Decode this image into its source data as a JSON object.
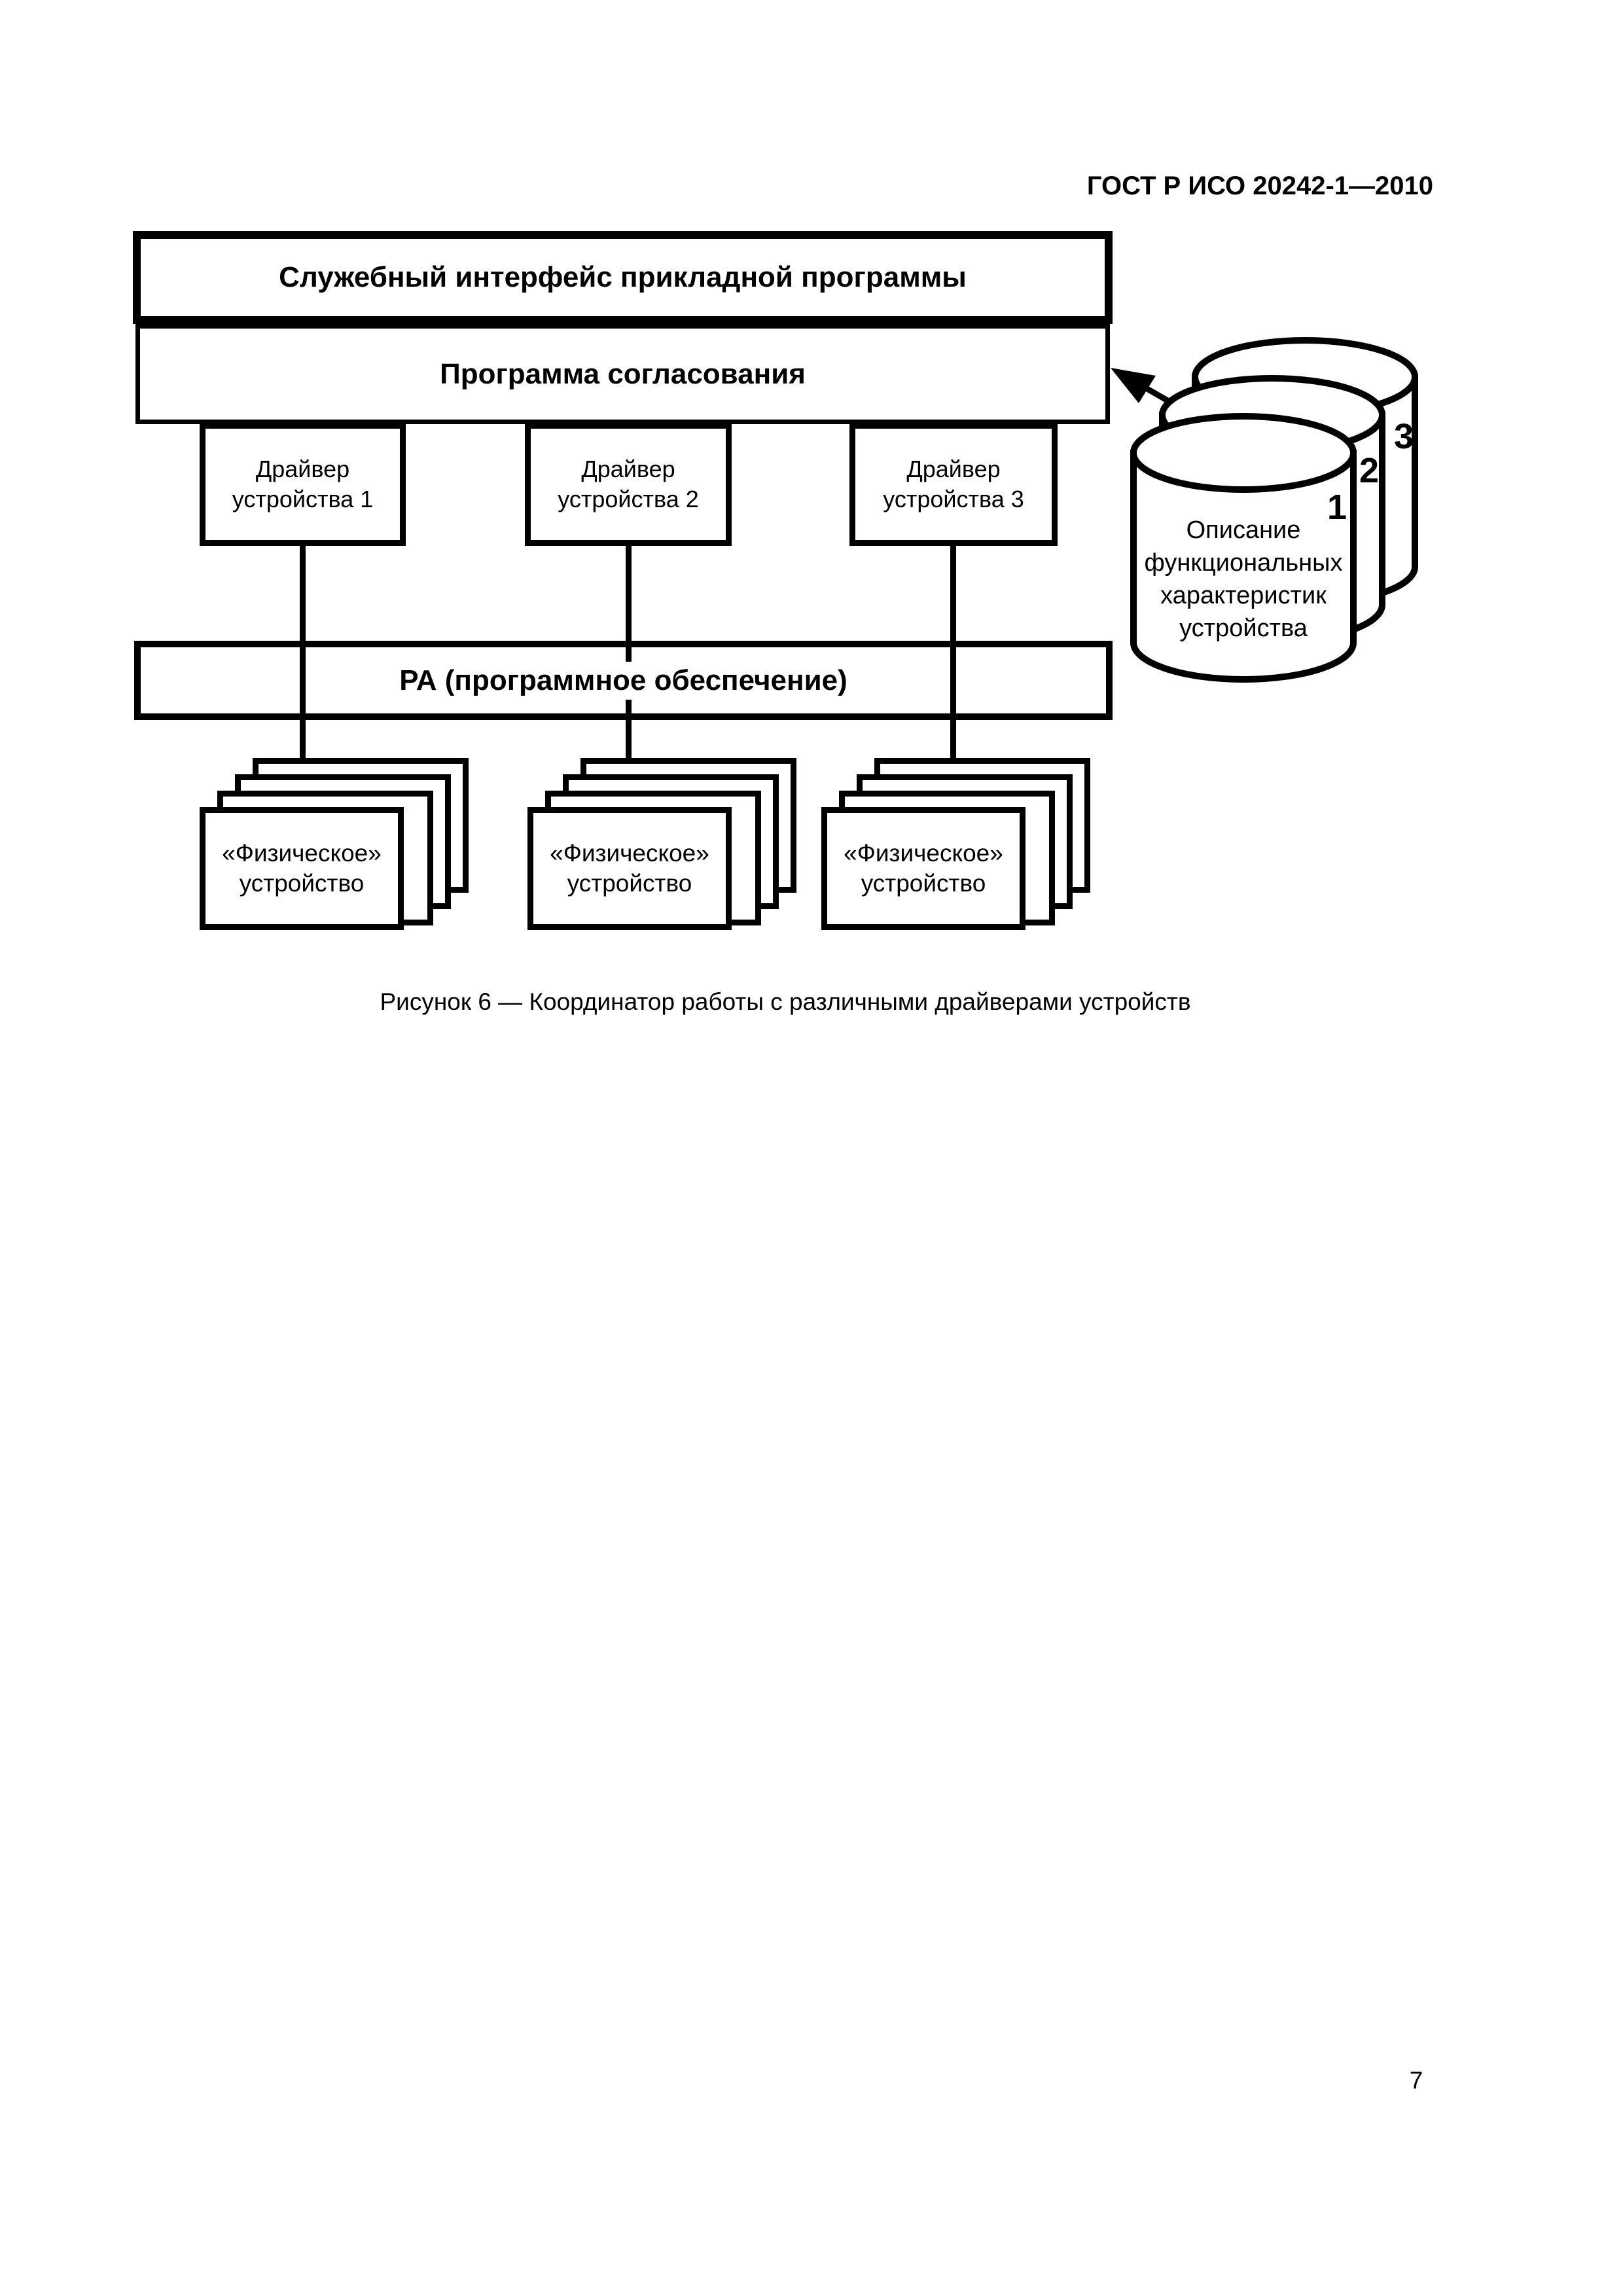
{
  "colors": {
    "ink": "#000000",
    "paper": "#ffffff"
  },
  "header": {
    "doc_code": "ГОСТ Р ИСО 20242-1—2010"
  },
  "footer": {
    "page_number": "7"
  },
  "figure": {
    "caption": "Рисунок 6 — Координатор работы с различными драйверами устройств",
    "service_interface_label": "Служебный интерфейс прикладной программы",
    "coordinator_label": "Программа согласования",
    "pa_label": "РА (программное обеспечение)",
    "drivers": [
      {
        "line1": "Драйвер",
        "line2": "устройства 1"
      },
      {
        "line1": "Драйвер",
        "line2": "устройства 2"
      },
      {
        "line1": "Драйвер",
        "line2": "устройства 3"
      }
    ],
    "devices": [
      {
        "line1": "«Физическое»",
        "line2": "устройство"
      },
      {
        "line1": "«Физическое»",
        "line2": "устройство"
      },
      {
        "line1": "«Физическое»",
        "line2": "устройство"
      }
    ],
    "database": {
      "labels": [
        "1",
        "2",
        "3"
      ],
      "lines": [
        "Описание",
        "функциональных",
        "характеристик",
        "устройства"
      ]
    }
  }
}
